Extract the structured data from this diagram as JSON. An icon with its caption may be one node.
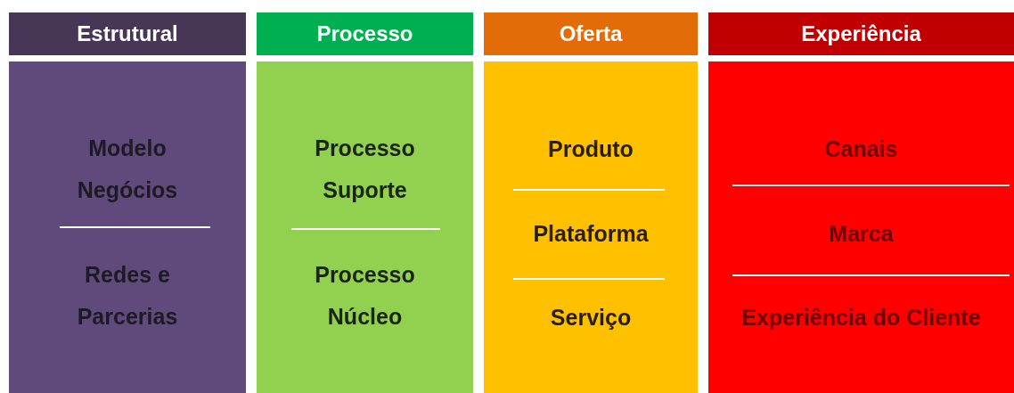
{
  "diagram": {
    "nodes": [
      {
        "text": [
          "Estrutural"
        ]
      },
      {
        "text": [
          "Processo"
        ]
      },
      {
        "text": [
          "Oferta"
        ]
      },
      {
        "text": [
          "Experiência"
        ]
      },
      {
        "text": [
          "Modelo Negócios",
          "Redes e Parcerias"
        ]
      },
      {
        "text": [
          "Processo Suporte",
          "Processo Núcleo"
        ]
      },
      {
        "text": [
          "Produto",
          "Plataforma",
          "Serviço"
        ]
      },
      {
        "text": [
          "Canais",
          "Marca",
          "Experiência do Cliente"
        ]
      }
    ]
  }
}
